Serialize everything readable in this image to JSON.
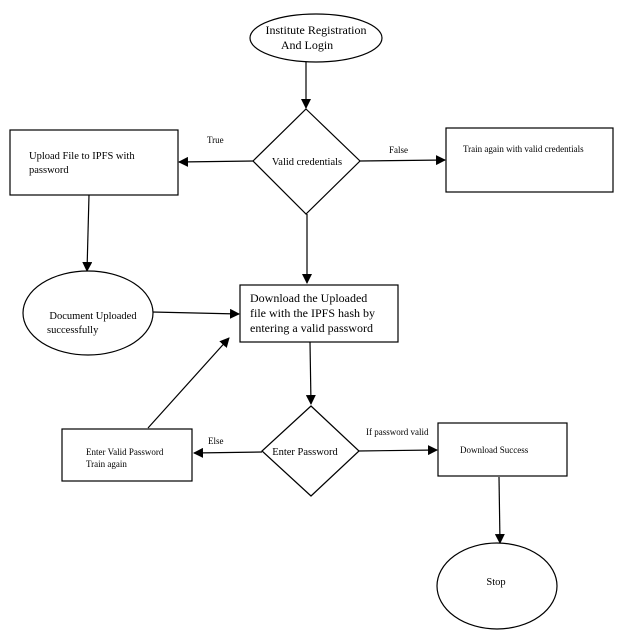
{
  "nodes": {
    "start": {
      "lines": [
        "Institute Registration",
        "And Login"
      ]
    },
    "valid_credentials": {
      "lines": [
        "Valid credentials"
      ]
    },
    "upload_file": {
      "lines": [
        "Upload File to IPFS with",
        "password"
      ]
    },
    "train_again_credentials": {
      "lines": [
        "Train again with valid credentials"
      ]
    },
    "document_uploaded": {
      "lines": [
        "Document Uploaded",
        "successfully"
      ]
    },
    "download_uploaded": {
      "lines": [
        "Download the Uploaded",
        "file with the IPFS hash by",
        "entering a valid password"
      ]
    },
    "enter_password": {
      "lines": [
        "Enter Password"
      ]
    },
    "enter_valid_password": {
      "lines": [
        "Enter Valid Password",
        "Train again"
      ]
    },
    "download_success": {
      "lines": [
        "Download Success"
      ]
    },
    "stop": {
      "lines": [
        "Stop"
      ]
    }
  },
  "edge_labels": {
    "true": "True",
    "false": "False",
    "else": "Else",
    "if_password_valid": "If password valid"
  }
}
